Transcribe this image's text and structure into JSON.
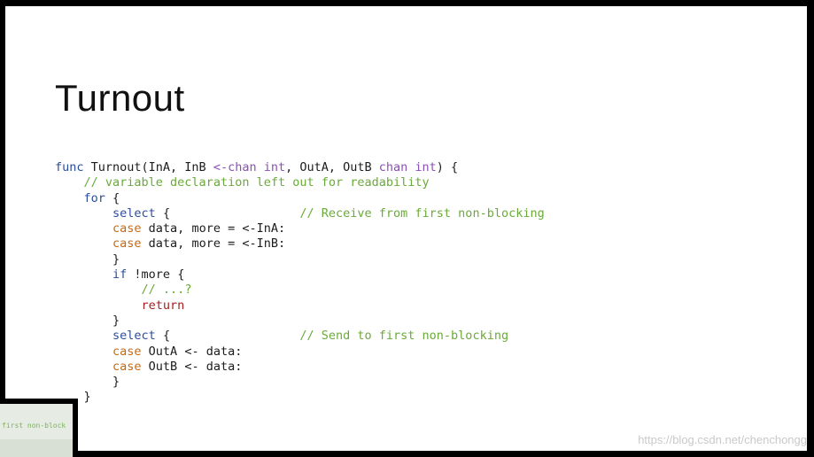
{
  "slide": {
    "title": "Turnout",
    "code_lines": [
      [
        {
          "t": "func ",
          "c": "kw-blue"
        },
        {
          "t": "Turnout(InA, InB ",
          "c": "plain"
        },
        {
          "t": "<-chan int",
          "c": "kw-purple"
        },
        {
          "t": ", OutA, OutB ",
          "c": "plain"
        },
        {
          "t": "chan int",
          "c": "kw-purple"
        },
        {
          "t": ") {",
          "c": "plain"
        }
      ],
      [
        {
          "t": "    ",
          "c": "plain"
        },
        {
          "t": "// variable declaration left out for readability",
          "c": "cmt"
        }
      ],
      [
        {
          "t": "    ",
          "c": "plain"
        },
        {
          "t": "for",
          "c": "kw-blue"
        },
        {
          "t": " {",
          "c": "plain"
        }
      ],
      [
        {
          "t": "        ",
          "c": "plain"
        },
        {
          "t": "select",
          "c": "kw-blue"
        },
        {
          "t": " {                  ",
          "c": "plain"
        },
        {
          "t": "// Receive from first non-blocking",
          "c": "cmt"
        }
      ],
      [
        {
          "t": "        ",
          "c": "plain"
        },
        {
          "t": "case",
          "c": "kw-orange"
        },
        {
          "t": " data, more = <-InA:",
          "c": "plain"
        }
      ],
      [
        {
          "t": "        ",
          "c": "plain"
        },
        {
          "t": "case",
          "c": "kw-orange"
        },
        {
          "t": " data, more = <-InB:",
          "c": "plain"
        }
      ],
      [
        {
          "t": "        }",
          "c": "plain"
        }
      ],
      [
        {
          "t": "        ",
          "c": "plain"
        },
        {
          "t": "if",
          "c": "kw-blue"
        },
        {
          "t": " !more {",
          "c": "plain"
        }
      ],
      [
        {
          "t": "            ",
          "c": "plain"
        },
        {
          "t": "// ...?",
          "c": "cmt"
        }
      ],
      [
        {
          "t": "            ",
          "c": "plain"
        },
        {
          "t": "return",
          "c": "kw-red"
        }
      ],
      [
        {
          "t": "        }",
          "c": "plain"
        }
      ],
      [
        {
          "t": "        ",
          "c": "plain"
        },
        {
          "t": "select",
          "c": "kw-blue"
        },
        {
          "t": " {                  ",
          "c": "plain"
        },
        {
          "t": "// Send to first non-blocking",
          "c": "cmt"
        }
      ],
      [
        {
          "t": "        ",
          "c": "plain"
        },
        {
          "t": "case",
          "c": "kw-orange"
        },
        {
          "t": " OutA <- data:",
          "c": "plain"
        }
      ],
      [
        {
          "t": "        ",
          "c": "plain"
        },
        {
          "t": "case",
          "c": "kw-orange"
        },
        {
          "t": " OutB <- data:",
          "c": "plain"
        }
      ],
      [
        {
          "t": "        }",
          "c": "plain"
        }
      ],
      [
        {
          "t": "    }",
          "c": "plain"
        }
      ]
    ]
  },
  "thumbnail": {
    "text": "first non-block"
  },
  "watermark": "https://blog.csdn.net/chenchongg",
  "colors": {
    "keyword": "#2a4e9c",
    "type": "#8a50b8",
    "case": "#c46a10",
    "return": "#a51d1d",
    "comment": "#6aaa3a"
  }
}
